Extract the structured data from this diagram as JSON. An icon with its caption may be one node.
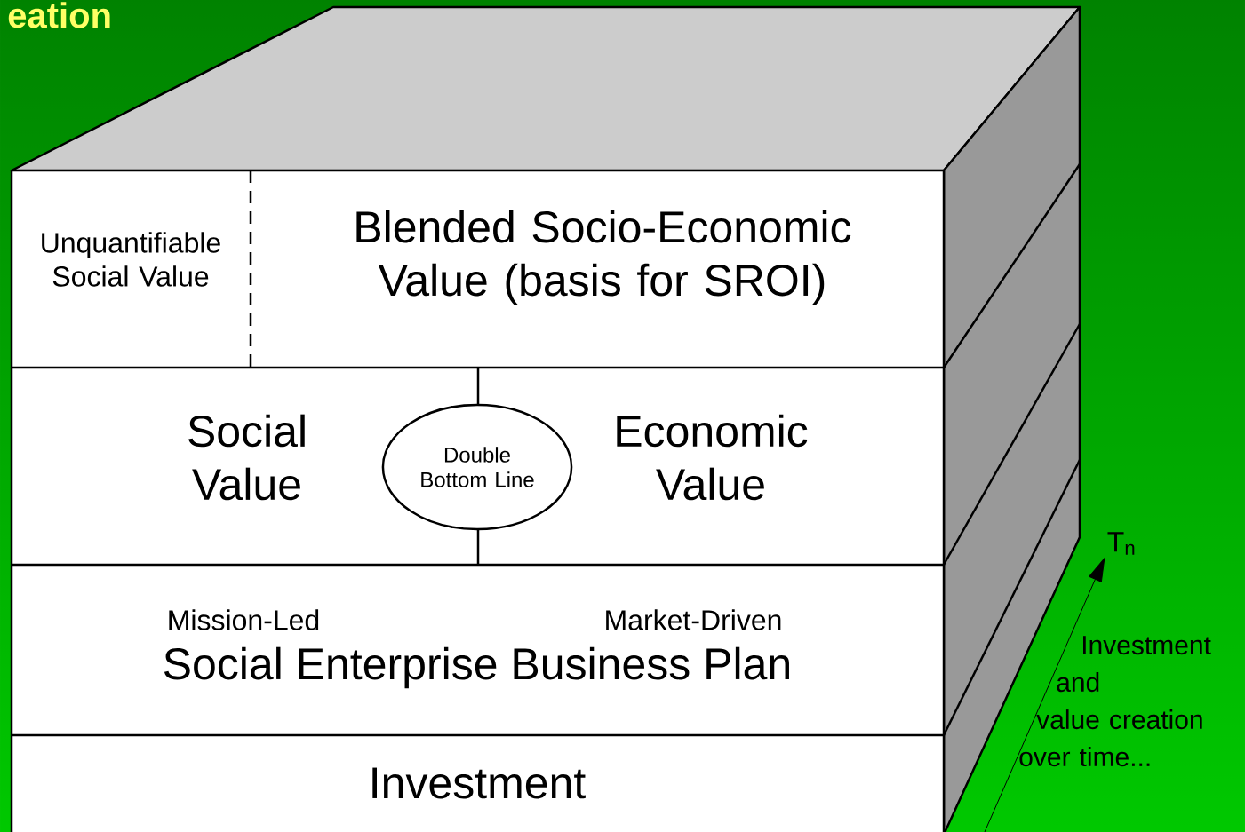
{
  "diagram": {
    "title": "eation",
    "nodes": [
      {
        "text": [
          "Unquantifiable Social Value"
        ]
      },
      {
        "text": [
          "Blended Socio-Economic Value (basis for SROI)"
        ]
      },
      {
        "text": [
          "Social Value"
        ]
      },
      {
        "text": [
          "Double Bottom Line"
        ]
      },
      {
        "text": [
          "Economic Value"
        ]
      },
      {
        "text": [
          "Mission-Led",
          "Market-Driven",
          "Social Enterprise Business Plan"
        ]
      },
      {
        "text": [
          "Investment"
        ]
      },
      {
        "text": [
          "T$_{n}$"
        ]
      }
    ],
    "edges": [
      {
        "from": null,
        "to": 7,
        "arrow": "to"
      }
    ],
    "labels": [
      "Investment and value creation over time..."
    ]
  }
}
